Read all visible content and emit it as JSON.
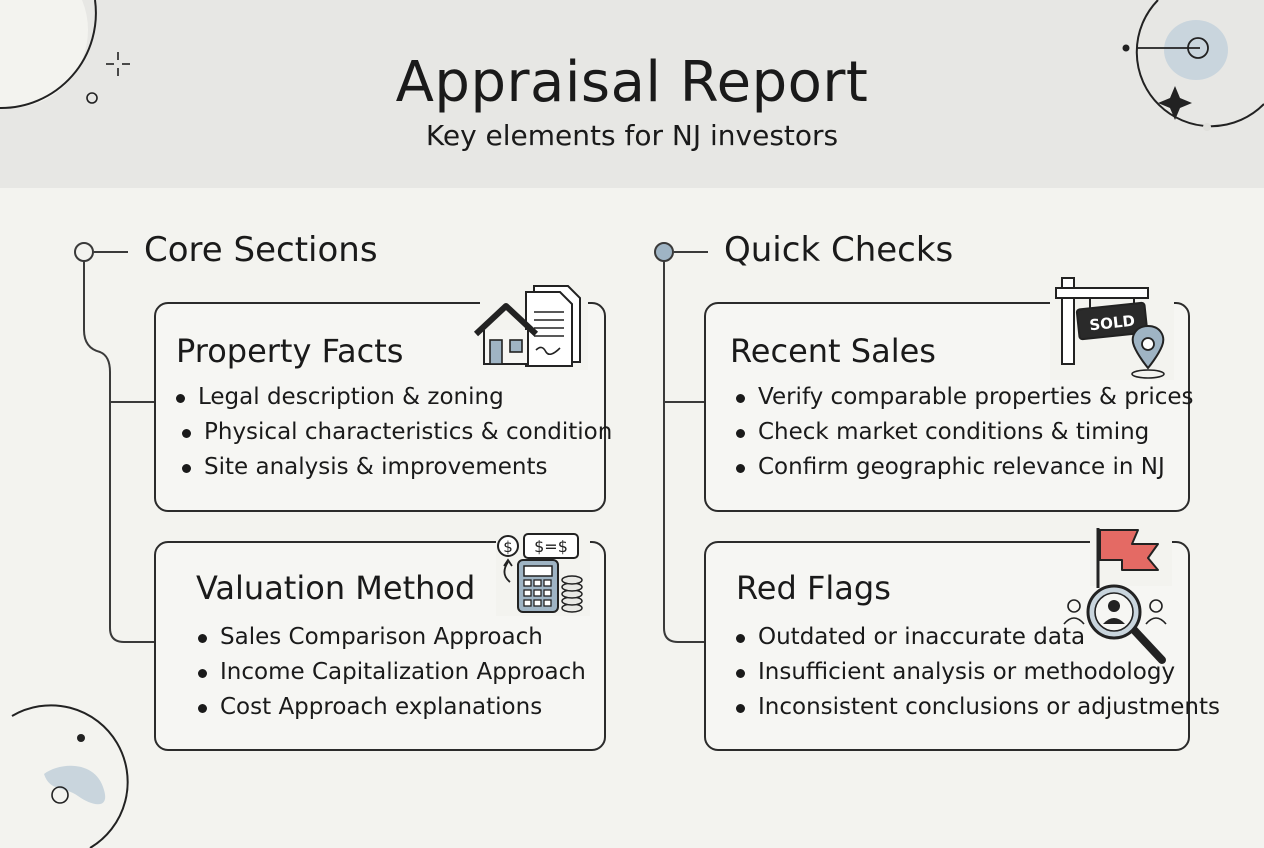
{
  "header": {
    "title": "Appraisal Report",
    "subtitle": "Key elements for NJ investors"
  },
  "columns": [
    {
      "title": "Core Sections",
      "cards": [
        {
          "title": "Property Facts",
          "icon": "house-document-icon",
          "items": [
            "Legal description & zoning",
            "Physical characteristics & condition",
            "Site analysis & improvements"
          ]
        },
        {
          "title": "Valuation Method",
          "icon": "calculator-money-icon",
          "items": [
            "Sales Comparison Approach",
            "Income Capitalization Approach",
            "Cost Approach explanations"
          ]
        }
      ]
    },
    {
      "title": "Quick Checks",
      "cards": [
        {
          "title": "Recent Sales",
          "icon": "sold-sign-icon",
          "sign_text": "SOLD",
          "items": [
            "Verify comparable properties & prices",
            "Check market conditions & timing",
            "Confirm geographic relevance in NJ"
          ]
        },
        {
          "title": "Red Flags",
          "icon": "red-flag-magnifier-icon",
          "items": [
            "Outdated or inaccurate data",
            "Insufficient analysis or methodology",
            "Inconsistent conclusions or adjustments"
          ]
        }
      ]
    }
  ],
  "colors": {
    "background": "#f3f3ef",
    "header_band": "#e7e7e4",
    "accent_blue": "#9fb4c4",
    "accent_red": "#e46a64",
    "ink": "#1a1a1a"
  }
}
